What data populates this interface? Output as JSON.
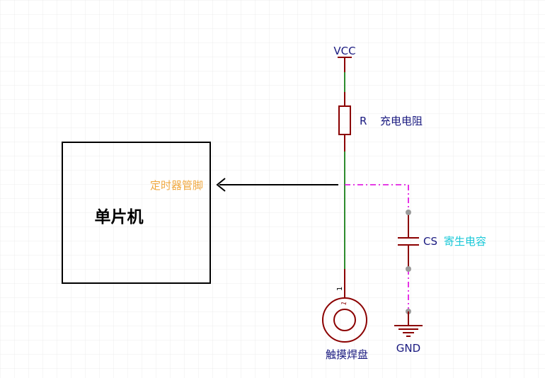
{
  "colors": {
    "grid": "#ececec",
    "wire": "#2e8b2e",
    "component": "#8b0000",
    "dashed": "#e000e0",
    "label_navy": "#1a1a80",
    "pin_label_orange": "#f0a840",
    "cs_desc_cyan": "#18c8d8",
    "node_gray": "#9a9a9a"
  },
  "labels": {
    "vcc": "VCC",
    "resistor_ref": "R",
    "resistor_desc": "充电电阻",
    "mcu": "单片机",
    "timer_pin": "定时器管脚",
    "capacitor_ref": "CS",
    "capacitor_desc": "寄生电容",
    "gnd": "GND",
    "touch_pad": "触摸焊盘",
    "pin_number": "1",
    "pad_pin_number": "1"
  }
}
